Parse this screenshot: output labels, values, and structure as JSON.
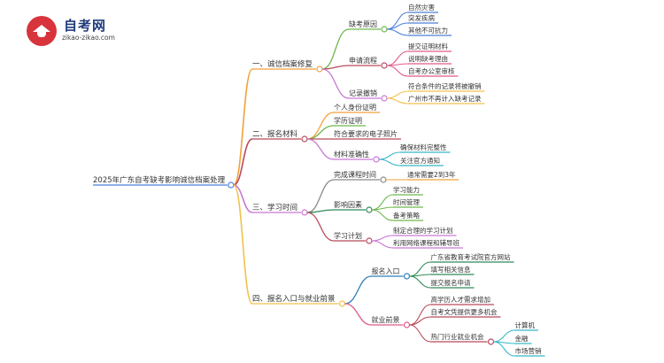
{
  "logo": {
    "title": "自考网",
    "url": "zikao-zikao.com"
  },
  "root": "2025年广东自考缺考影响诚信档案处理",
  "branches": [
    {
      "label": "一、诚信档案修复",
      "color": "#f2a13a",
      "children": [
        {
          "label": "缺考原因",
          "color": "#6fb84e",
          "leaves": [
            "自然灾害",
            "突发疾病",
            "其他不可抗力"
          ],
          "leafColor": "#4a7fd6"
        },
        {
          "label": "申请流程",
          "color": "#b84a5a",
          "leaves": [
            "提交证明材料",
            "说明缺考理由",
            "自考办公室审核"
          ],
          "leafColor": "#e05a8a"
        },
        {
          "label": "记录撤销",
          "color": "#c977d6",
          "leaves": [
            "符合条件的记录将被撤销",
            "广州市不再计入缺考记录"
          ],
          "leafColor": "#f0c24a"
        }
      ]
    },
    {
      "label": "二、报名材料",
      "color": "#b84a5a",
      "children": [
        {
          "label": "个人身份证明",
          "color": "#f2a13a",
          "leaves": []
        },
        {
          "label": "学历证明",
          "color": "#6fb84e",
          "leaves": []
        },
        {
          "label": "符合要求的电子照片",
          "color": "#b84a5a",
          "leaves": []
        },
        {
          "label": "材料准确性",
          "color": "#c977d6",
          "leaves": [
            "确保材料完整性",
            "关注官方通知"
          ],
          "leafColor": "#36b6c8"
        }
      ]
    },
    {
      "label": "三、学习时间",
      "color": "#c977d6",
      "children": [
        {
          "label": "完成课程时间",
          "color": "#8a8a8a",
          "leaves": [
            "通常需要2到3年"
          ],
          "leafColor": "#f2a13a"
        },
        {
          "label": "影响因素",
          "color": "#2e8b57",
          "leaves": [
            "学习能力",
            "时间管理",
            "备考策略"
          ],
          "leafColor": "#6fb84e"
        },
        {
          "label": "学习计划",
          "color": "#b84a5a",
          "leaves": [
            "制定合理的学习计划",
            "利用网络课程和辅导班"
          ],
          "leafColor": "#c977d6"
        }
      ]
    },
    {
      "label": "四、报名入口与就业前景",
      "color": "#f0c24a",
      "children": [
        {
          "label": "报名入口",
          "color": "#2e7fb8",
          "leaves": [
            "广东省教育考试院官方网站",
            "填写相关信息",
            "提交报名申请"
          ],
          "leafColor": "#2e8b57"
        },
        {
          "label": "就业前景",
          "color": "#e05a8a",
          "leaves": [
            "高学历人才需求增加",
            "自考文凭提供更多机会",
            "热门行业就业机会"
          ],
          "leafColor": "#b84a5a",
          "sub": {
            "leaves": [
              "计算机",
              "金融",
              "市场营销"
            ],
            "color": "#36b6c8"
          }
        }
      ]
    }
  ]
}
